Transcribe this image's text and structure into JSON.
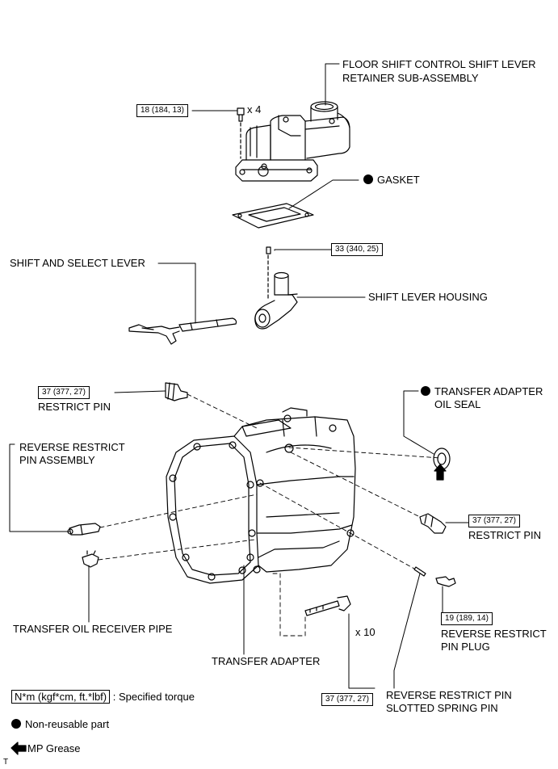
{
  "labels": {
    "floor_shift_1": "FLOOR SHIFT CONTROL SHIFT LEVER",
    "floor_shift_2": "RETAINER SUB-ASSEMBLY",
    "gasket": "GASKET",
    "shift_select_lever": "SHIFT AND SELECT LEVER",
    "shift_lever_housing": "SHIFT LEVER HOUSING",
    "restrict_pin_left": "RESTRICT PIN",
    "transfer_adapter_seal_1": "TRANSFER ADAPTER",
    "transfer_adapter_seal_2": "OIL SEAL",
    "reverse_restrict_pin_assy_1": "REVERSE RESTRICT",
    "reverse_restrict_pin_assy_2": "PIN ASSEMBLY",
    "restrict_pin_right": "RESTRICT PIN",
    "reverse_restrict_plug_1": "REVERSE RESTRICT",
    "reverse_restrict_plug_2": "PIN PLUG",
    "transfer_oil_pipe": "TRANSFER OIL RECEIVER PIPE",
    "transfer_adapter": "TRANSFER ADAPTER",
    "spring_pin_1": "REVERSE RESTRICT PIN",
    "spring_pin_2": "SLOTTED SPRING PIN"
  },
  "quantities": {
    "retainer_bolts": "x 4",
    "adapter_bolts": "x 10"
  },
  "torques": {
    "retainer_bolt": "18 (184, 13)",
    "housing_bolt": "33 (340, 25)",
    "restrict_pin_left": "37 (377, 27)",
    "restrict_pin_right": "37 (377, 27)",
    "reverse_restrict_plug": "19 (189, 14)",
    "adapter_bolt": "37 (377, 27)"
  },
  "legend": {
    "torque_box": "N*m (kgf*cm, ft.*lbf)",
    "torque_text": ": Specified torque",
    "non_reusable": "Non-reusable part",
    "grease": "MP Grease"
  },
  "footer_mark": "T"
}
